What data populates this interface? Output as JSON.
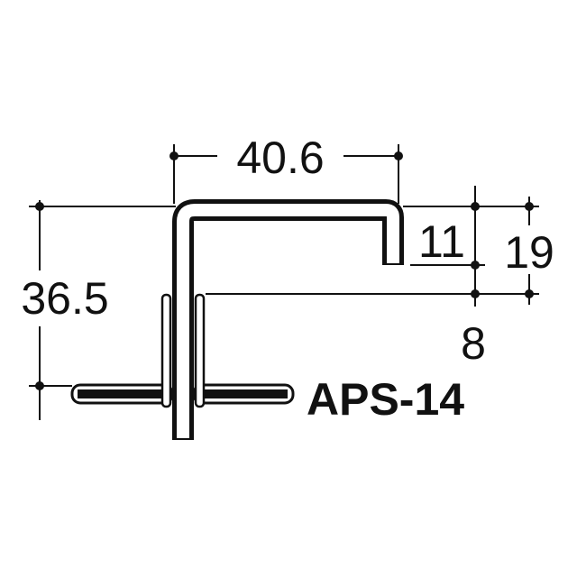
{
  "dimensions": {
    "width_top": "40.6",
    "lip_height": "11",
    "upper_height": "19",
    "offset": "8",
    "total_height": "36.5"
  },
  "model_label": "APS-14",
  "colors": {
    "outline": "#111111",
    "fill": "#ffffff"
  }
}
